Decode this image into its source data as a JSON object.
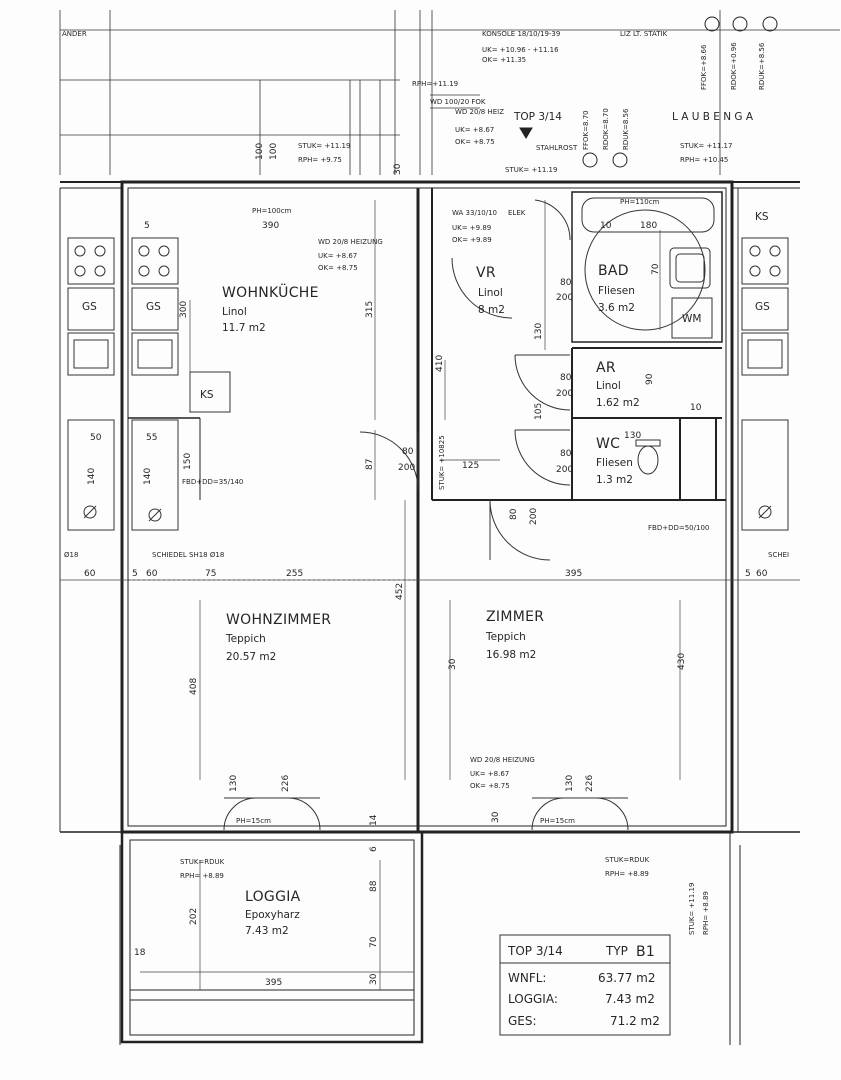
{
  "rooms": {
    "wohnkueche": {
      "name": "WOHNKÜCHE",
      "floor": "Linol",
      "area": "11.7 m2"
    },
    "vr": {
      "name": "VR",
      "floor": "Linol",
      "area": "8 m2"
    },
    "bad": {
      "name": "BAD",
      "floor": "Fliesen",
      "area": "3.6 m2"
    },
    "ar": {
      "name": "AR",
      "floor": "Linol",
      "area": "1.62 m2"
    },
    "wc": {
      "name": "WC",
      "floor": "Fliesen",
      "area": "1.3 m2"
    },
    "wohnzimmer": {
      "name": "WOHNZIMMER",
      "floor": "Teppich",
      "area": "20.57 m2"
    },
    "zimmer": {
      "name": "ZIMMER",
      "floor": "Teppich",
      "area": "16.98 m2"
    },
    "loggia": {
      "name": "LOGGIA",
      "floor": "Epoxyharz",
      "area": "7.43 m2"
    }
  },
  "header": {
    "aender": "ÄNDER",
    "konsole": "KONSOLE 18/10/19-39",
    "uk1": "UK= +10.96 - +11.16",
    "ok1": "OK= +11.35",
    "statik": "LIZ LT. STATIK",
    "ffok_label": "FFOK=+8.66",
    "rdok_label": "RDOK=+0.96",
    "rduk_label": "RDUK=+8.56",
    "ffok2": "FFOK=8.70",
    "rdok2": "RDOK=8.70",
    "rduk2": "RDUK=8.56",
    "laubengang": "L A U B E N G A",
    "top_tag": "TOP 3/14",
    "stahlrost": "STAHLROST",
    "wd_heiz": "WD 20/8 HEIZ",
    "uk2": "UK= +8.67",
    "ok2": "OK= +8.75",
    "stuk1": "STUK= +11.19",
    "rph1": "RPH= +9.75",
    "stuk2": "STUK= +11.19",
    "stuk3": "STUK= +11.17",
    "rph3": "RPH= +10.45",
    "rph_top": "RPH=+11.19",
    "wd_top": "WD 100/20 FOK"
  },
  "labels": {
    "gs": "GS",
    "ks": "KS",
    "wm": "WM",
    "ph_kueche": "PH=100cm",
    "ph_bad": "PH=110cm",
    "ph_wz": "PH=15cm",
    "ph_zi": "PH=15cm",
    "wd_kueche": "WD 20/8 HEIZUNG",
    "uk_kueche": "UK= +8.67",
    "ok_kueche": "OK= +8.75",
    "wa_vr": "WA 33/10/10",
    "elek": "ELEK",
    "uk_vr": "UK= +9.89",
    "ok_vr": "OK= +9.89",
    "fbd_left": "FBD+DD=35/140",
    "fbd_right": "FBD+DD=50/100",
    "schiedel_left": "SCHIEDEL SH18 Ø18",
    "schiedel_far": "Ø18",
    "schei_right": "SCHEI",
    "stuk_vr": "STUK= +10825",
    "wd_zimmer": "WD 20/8 HEIZUNG",
    "uk_zimmer": "UK= +8.67",
    "ok_zimmer": "OK= +8.75",
    "stuk_rduk_l": "STUK=RDUK",
    "rph_l": "RPH= +8.89",
    "stuk_rduk_r": "STUK=RDUK",
    "rph_r": "RPH= +8.89",
    "stuk_side": "STUK= +11.19",
    "rph_side": "RPH= +8.89"
  },
  "dimensions": {
    "d60a": "60",
    "d5a": "5",
    "d60b": "60",
    "d75": "75",
    "d255": "255",
    "d395": "395",
    "d5b": "5",
    "d60c": "60",
    "d390": "390",
    "d5k": "5",
    "d300": "300",
    "d315": "315",
    "d87": "87",
    "d452": "452",
    "d408": "408",
    "d202": "202",
    "d395b": "395",
    "d18": "18",
    "d88": "88",
    "d70": "70",
    "d30a": "30",
    "d14": "14",
    "d6": "6",
    "d130a": "130",
    "d226a": "226",
    "d130b": "130",
    "d226b": "226",
    "d80a": "80",
    "d200a": "200",
    "d125": "125",
    "d410": "410",
    "d80b": "80",
    "d200b": "200",
    "d80c": "80",
    "d200c": "200",
    "d80d": "80",
    "d200d": "200",
    "d80e": "80",
    "d200e": "200",
    "d130c": "130",
    "d130d": "130",
    "d105": "105",
    "d90": "90",
    "d180": "180",
    "d70b": "70",
    "d10": "10",
    "d100a": "100",
    "d100b": "100",
    "d30b": "30",
    "d50a": "50",
    "d55": "55",
    "d140a": "140",
    "d140b": "140",
    "d150": "150",
    "d30c": "30",
    "d430": "430",
    "d30d": "30",
    "d10b": "10"
  },
  "summary": {
    "top": "TOP 3/14",
    "typ_label": "TYP",
    "typ_value": "B1",
    "wnfl_label": "WNFL:",
    "wnfl_value": "63.77 m2",
    "loggia_label": "LOGGIA:",
    "loggia_value": "7.43 m2",
    "ges_label": "GES:",
    "ges_value": "71.2 m2"
  }
}
